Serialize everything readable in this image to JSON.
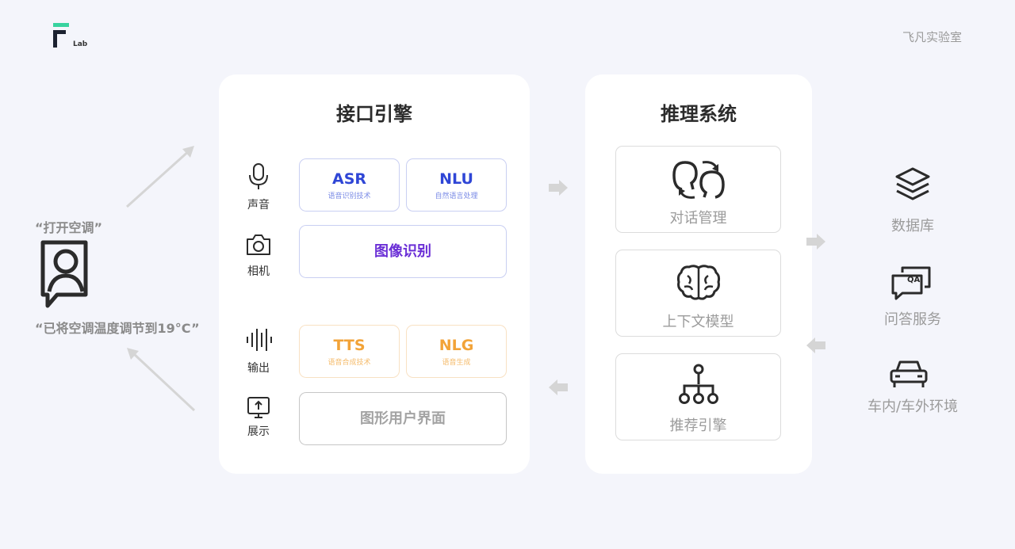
{
  "brand": {
    "logo_text": "Lab",
    "lab_name": "飞凡实验室"
  },
  "user": {
    "command": "“打开空调”",
    "reply": "“已将空调温度调节到19°C”"
  },
  "interface_engine": {
    "title": "接口引擎",
    "inputs": [
      {
        "label": "声音",
        "icon": "microphone-icon"
      },
      {
        "label": "相机",
        "icon": "camera-icon"
      }
    ],
    "outputs": [
      {
        "label": "输出",
        "icon": "audio-wave-icon"
      },
      {
        "label": "展示",
        "icon": "screen-icon"
      }
    ],
    "asr": {
      "title": "ASR",
      "sub": "语音识别技术"
    },
    "nlu": {
      "title": "NLU",
      "sub": "自然语言处理"
    },
    "image": {
      "title": "图像识别"
    },
    "tts": {
      "title": "TTS",
      "sub": "语音合成技术"
    },
    "nlg": {
      "title": "NLG",
      "sub": "语音生成"
    },
    "gui": {
      "title": "图形用户界面"
    }
  },
  "reasoning_system": {
    "title": "推理系统",
    "modules": [
      {
        "label": "对话管理",
        "icon": "dialogue-icon"
      },
      {
        "label": "上下文模型",
        "icon": "brain-icon"
      },
      {
        "label": "推荐引擎",
        "icon": "hierarchy-icon"
      }
    ]
  },
  "resources": [
    {
      "label": "数据库",
      "icon": "layers-icon"
    },
    {
      "label": "问答服务",
      "icon": "qa-chat-icon"
    },
    {
      "label": "车内/车外环境",
      "icon": "car-icon"
    }
  ],
  "colors": {
    "background": "#f4f5fb",
    "blue": "#2f46d6",
    "purple": "#6b2fd6",
    "orange": "#f2a338",
    "gray_text": "#9b9b9b",
    "arrow": "#d5d5d5",
    "logo_accent": "#38d39f"
  }
}
